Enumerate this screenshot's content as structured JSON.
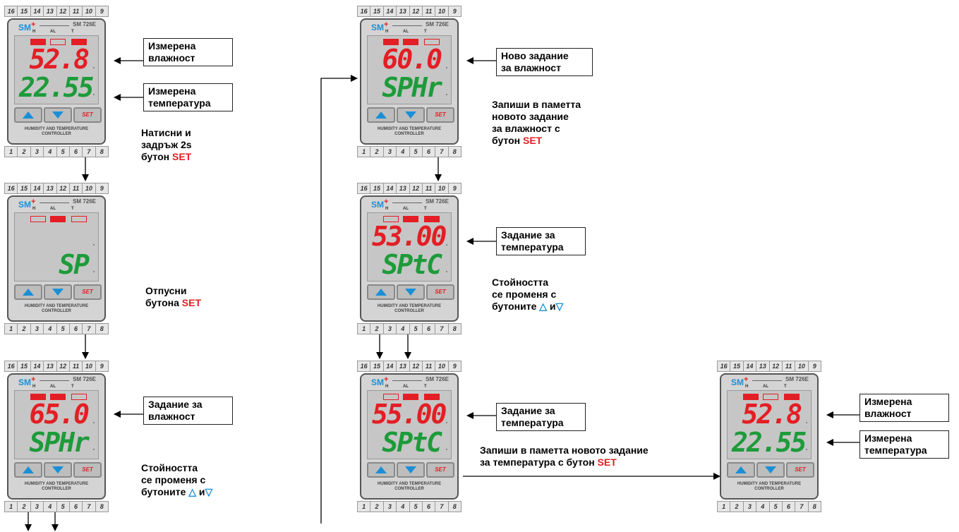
{
  "device": {
    "top_terminals": [
      "16",
      "15",
      "14",
      "13",
      "12",
      "11",
      "10",
      "9"
    ],
    "bottom_terminals": [
      "1",
      "2",
      "3",
      "4",
      "5",
      "6",
      "7",
      "8"
    ],
    "brand": "SM",
    "brand_plus": "+",
    "model": "SM 726E",
    "led_h": "H",
    "led_al": "AL",
    "led_t": "T",
    "set_label": "SET",
    "footer_line1": "HUMIDITY AND TEMPERATURE",
    "footer_line2": "CONTROLLER"
  },
  "displays": [
    {
      "id": "d1",
      "top": "52.8",
      "bottom": "22.55",
      "leds": [
        true,
        false,
        true
      ]
    },
    {
      "id": "d2",
      "top": "",
      "bottom": "SP",
      "leds": [
        false,
        true,
        false
      ]
    },
    {
      "id": "d3",
      "top": "65.0",
      "bottom": "SPHr",
      "leds": [
        true,
        true,
        false
      ]
    },
    {
      "id": "d4",
      "top": "60.0",
      "bottom": "SPHr",
      "leds": [
        true,
        true,
        false
      ]
    },
    {
      "id": "d5",
      "top": "53.00",
      "bottom": "SPtC",
      "leds": [
        false,
        true,
        true
      ]
    },
    {
      "id": "d6",
      "top": "55.00",
      "bottom": "SPtC",
      "leds": [
        false,
        true,
        true
      ]
    },
    {
      "id": "d7",
      "top": "52.8",
      "bottom": "22.55",
      "leds": [
        true,
        false,
        true
      ]
    }
  ],
  "labels": {
    "measured_humidity": "Измерена\nвлажност",
    "measured_temperature": "Измерена\nтемпература",
    "setpoint_humidity": "Задание за\nвлажност",
    "new_setpoint_humidity": "Ново задание\nза влажност",
    "setpoint_temperature": "Задание за\nтемпература"
  },
  "notes": {
    "hold_line1": "Натисни  и",
    "hold_line2": "задръж  2s",
    "hold_line3_prefix": "бутон ",
    "release_line1": "Отпусни",
    "release_line2_prefix": "бутона ",
    "change_line1": "Стойността",
    "change_line2": "се променя с",
    "change_line3_prefix": "бутоните ",
    "change_sym_up": "△",
    "change_and": " и",
    "change_sym_down": "▽",
    "save_h_line1": "Запиши в паметта",
    "save_h_line2": "новото задание",
    "save_h_line3": "за влажност с",
    "save_h_line4_prefix": "бутон ",
    "save_t_line1": "Запиши в паметта новото задание",
    "save_t_line2_prefix": "за температура с бутон ",
    "set_word": "SET"
  }
}
